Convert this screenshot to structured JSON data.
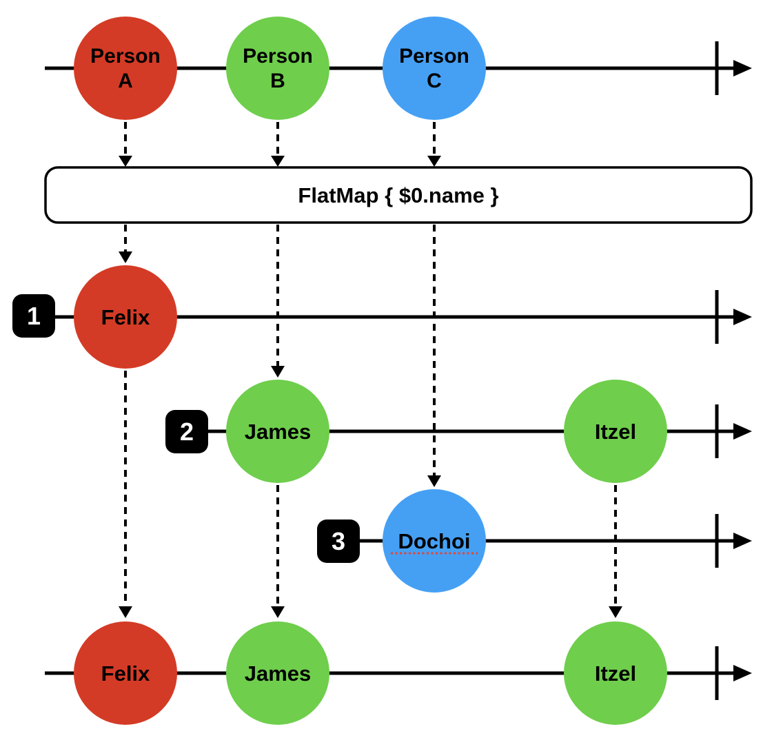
{
  "colors": {
    "event_red": "#d43b26",
    "event_green": "#6fce4c",
    "event_blue": "#45a0f4",
    "badge_bg": "#000000",
    "badge_text": "#ffffff",
    "line_black": "#000000",
    "spellcheck_underline": "#e8432f"
  },
  "operator": {
    "label": "FlatMap { $0.name }"
  },
  "streams": {
    "source": {
      "events": [
        {
          "label": "Person A",
          "lines": [
            "Person",
            "A"
          ],
          "color": "red"
        },
        {
          "label": "Person B",
          "lines": [
            "Person",
            "B"
          ],
          "color": "green"
        },
        {
          "label": "Person C",
          "lines": [
            "Person",
            "C"
          ],
          "color": "blue"
        }
      ]
    },
    "inner": [
      {
        "badge": "1",
        "events": [
          {
            "label": "Felix",
            "color": "red"
          }
        ]
      },
      {
        "badge": "2",
        "events": [
          {
            "label": "James",
            "color": "green"
          },
          {
            "label": "Itzel",
            "color": "green"
          }
        ]
      },
      {
        "badge": "3",
        "events": [
          {
            "label": "Dochoi",
            "color": "blue",
            "misspelled": true
          }
        ]
      }
    ],
    "output": {
      "events": [
        {
          "label": "Felix",
          "color": "red"
        },
        {
          "label": "James",
          "color": "green"
        },
        {
          "label": "Itzel",
          "color": "green"
        }
      ]
    }
  }
}
